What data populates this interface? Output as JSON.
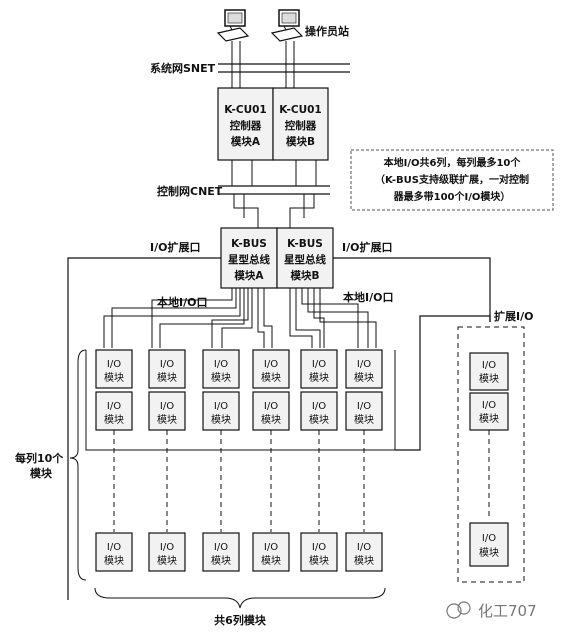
{
  "operator_station_label": "操作员站",
  "snet_label": "系统网SNET",
  "controller_a": [
    "K-CU01",
    "控制器",
    "模块A"
  ],
  "controller_b": [
    "K-CU01",
    "控制器",
    "模块B"
  ],
  "cnet_label": "控制网CNET",
  "kbus_a": [
    "K-BUS",
    "星型总线",
    "模块A"
  ],
  "kbus_b": [
    "K-BUS",
    "星型总线",
    "模块B"
  ],
  "io_port_left": "I/O扩展口",
  "io_port_right": "I/O扩展口",
  "local_io_left": "本地I/O口",
  "local_io_right": "本地I/O口",
  "expand_io_label": "扩展I/O",
  "note_lines": [
    "本地I/O共6列，每列最多10个",
    "（K-BUS支持级联扩展，一对控制",
    "器最多带100个I/O模块）"
  ],
  "module_line1": "I/O",
  "module_line2": "模块",
  "column_count_label": [
    "每列10个",
    "模块"
  ],
  "total_columns_label": "共6列模块",
  "watermark": "化工707"
}
